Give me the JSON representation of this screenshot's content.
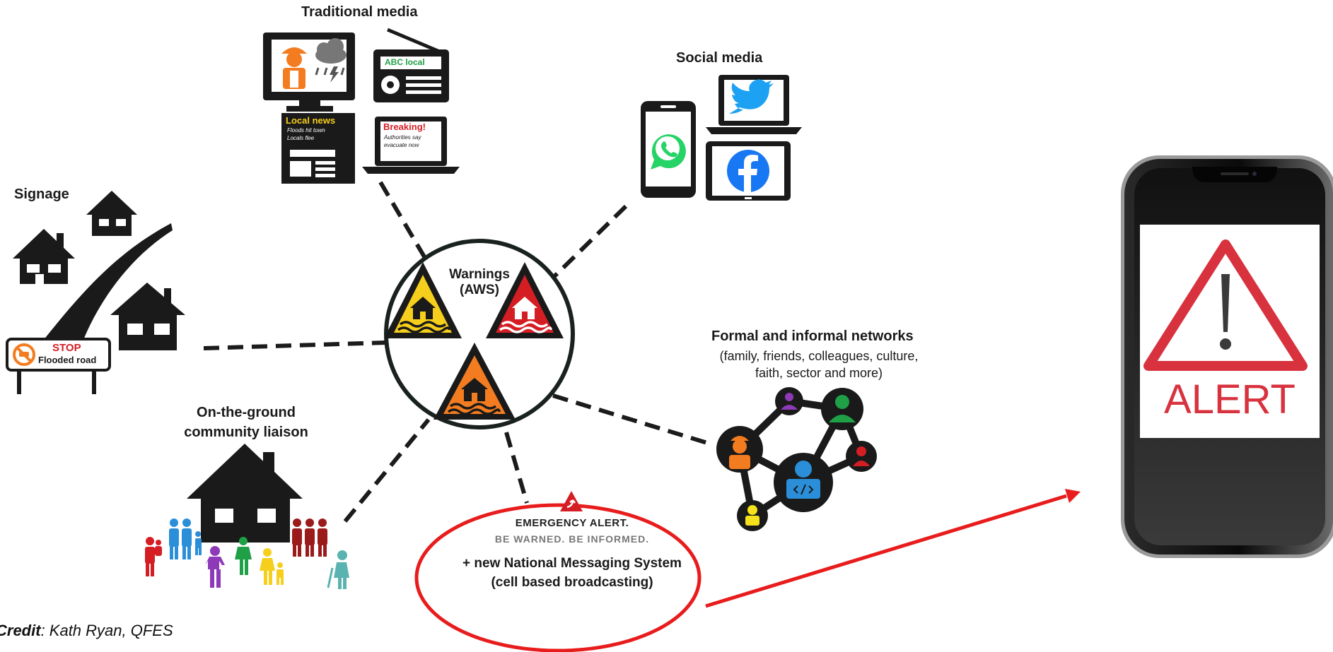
{
  "center": {
    "label_line1": "Warnings",
    "label_line2": "(AWS)"
  },
  "nodes": {
    "traditional_media": {
      "title": "Traditional media",
      "radio_label": "ABC local",
      "newspaper_title": "Local news",
      "newspaper_line1": "Floods hit town",
      "newspaper_line2": "Locals flee",
      "laptop_title": "Breaking!",
      "laptop_line1": "Authorities say",
      "laptop_line2": "evacuate now"
    },
    "social_media": {
      "title": "Social media"
    },
    "signage": {
      "title": "Signage",
      "sign_line1": "STOP",
      "sign_line2": "Flooded road"
    },
    "networks": {
      "title": "Formal and informal networks",
      "subtitle_line1": "(family, friends, colleagues, culture,",
      "subtitle_line2": "faith, sector and more)"
    },
    "community": {
      "title_line1": "On-the-ground",
      "title_line2": "community liaison"
    },
    "emergency_alert": {
      "brand": "EMERGENCY ALERT.",
      "tagline": "BE WARNED. BE INFORMED.",
      "line1": "+ new National Messaging System",
      "line2": "(cell based broadcasting)"
    }
  },
  "phone": {
    "screen_text": "ALERT"
  },
  "credit": {
    "label": "Credit",
    "text": ": Kath Ryan, QFES"
  },
  "colors": {
    "warning_yellow": "#f6cf1c",
    "warning_red": "#d51e24",
    "warning_orange": "#f47c20",
    "alert_ellipse": "#e81c1c",
    "connector": "#1b1b1b"
  }
}
